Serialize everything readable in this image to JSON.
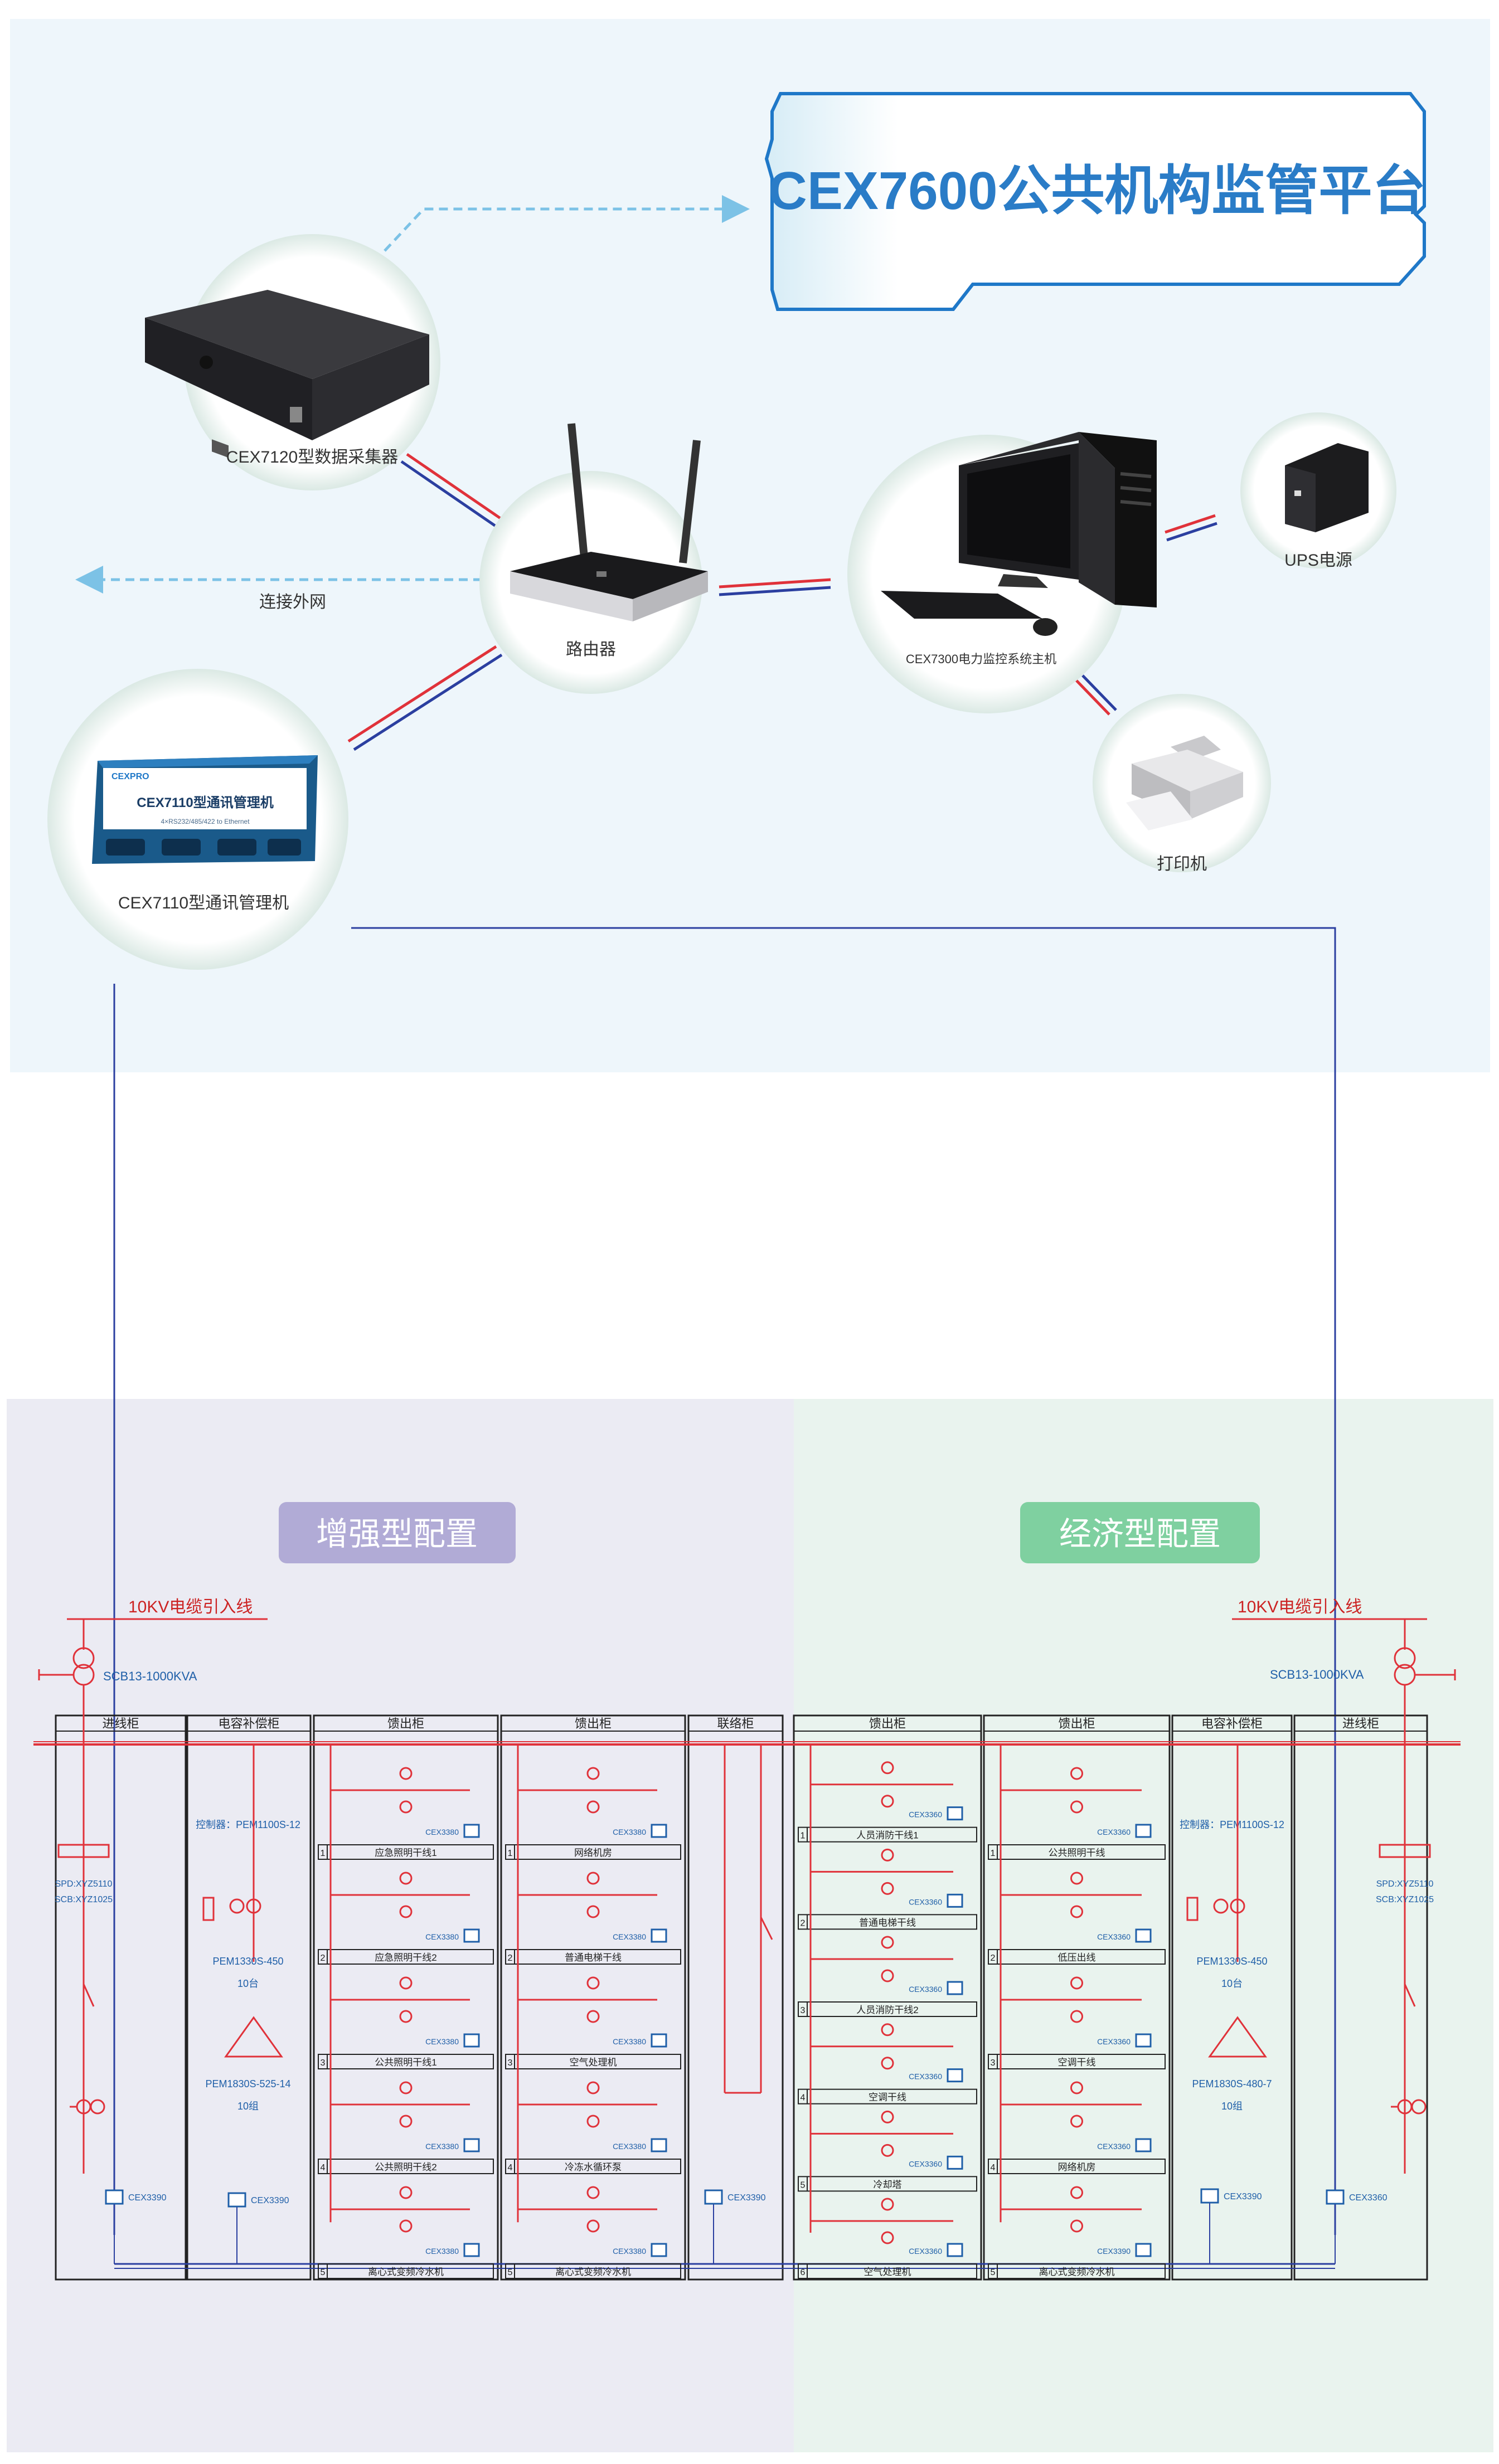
{
  "platform": {
    "title": "CEX7600公共机构监管平台"
  },
  "network": {
    "collector": "CEX7120型数据采集器",
    "external": "连接外网",
    "router": "路由器",
    "host": "CEX7300电力监控系统主机",
    "ups": "UPS电源",
    "printer": "打印机",
    "gateway": "CEX7110型通讯管理机",
    "gateway_device_title": "CEX7110型通讯管理机",
    "gateway_device_sub": "4×RS232/485/422 to Ethernet",
    "gateway_brand": "CEXPRO"
  },
  "sections": {
    "enhanced": "增强型配置",
    "economic": "经济型配置"
  },
  "left": {
    "cable": "10KV电缆引入线",
    "transformer": "SCB13-1000KVA",
    "spd": [
      "SPD:XYZ5110",
      "SCB:XYZ1025"
    ],
    "cap_controller": "控制器：PEM1100S-12",
    "cap_meter": "PEM1330S-450",
    "cap_count": "10台",
    "cap_module": "PEM1830S-525-14",
    "cap_module_count": "10组"
  },
  "right": {
    "cable": "10KV电缆引入线",
    "transformer": "SCB13-1000KVA",
    "spd": [
      "SPD:XYZ5110",
      "SCB:XYZ1025"
    ],
    "cap_controller": "控制器：PEM1100S-12",
    "cap_meter": "PEM1330S-450",
    "cap_count": "10台",
    "cap_module": "PEM1830S-480-7",
    "cap_module_count": "10组"
  },
  "cabinet_headers": [
    "进线柜",
    "电容补偿柜",
    "馈出柜",
    "馈出柜",
    "联络柜",
    "馈出柜",
    "馈出柜",
    "电容补偿柜",
    "进线柜"
  ],
  "meter_labels": [
    "CEX3390",
    "CEX3390",
    "CEX3390",
    "CEX3380",
    "CEX3360",
    "CEX3390",
    "CEX3390",
    "CEX3360"
  ],
  "meter_feeder": {
    "enhanced": "CEX3380",
    "economic": "CEX3360",
    "economic_last": "CEX3390"
  },
  "feeders": {
    "c1": [
      "应急照明干线1",
      "应急照明干线2",
      "公共照明干线1",
      "公共照明干线2",
      "离心式变频冷水机"
    ],
    "c2": [
      "网络机房",
      "普通电梯干线",
      "空气处理机",
      "冷冻水循环泵",
      "离心式变频冷水机"
    ],
    "c3": [
      "人员消防干线1",
      "普通电梯干线",
      "人员消防干线2",
      "空调干线",
      "冷却塔",
      "空气处理机"
    ],
    "c4": [
      "公共照明干线",
      "低压出线",
      "空调干线",
      "网络机房",
      "离心式变频冷水机"
    ]
  },
  "feeder_numbers": {
    "c1": [
      "1",
      "2",
      "3",
      "4",
      "5"
    ],
    "c2": [
      "1",
      "2",
      "3",
      "4",
      "5"
    ],
    "c3": [
      "1",
      "2",
      "3",
      "4",
      "5",
      "6"
    ],
    "c4": [
      "1",
      "2",
      "3",
      "4",
      "5"
    ]
  },
  "colors": {
    "accent_blue": "#1f78c8",
    "title_blue": "#2a7cc7",
    "top_bg": "#eef6fb",
    "left_bg": "#ebebf3",
    "right_bg": "#e9f3ee",
    "badge_left": "#b1abd6",
    "badge_right": "#7fd0a0",
    "circuit_red": "#e0323a",
    "signal_blue": "#2b3fa0"
  }
}
